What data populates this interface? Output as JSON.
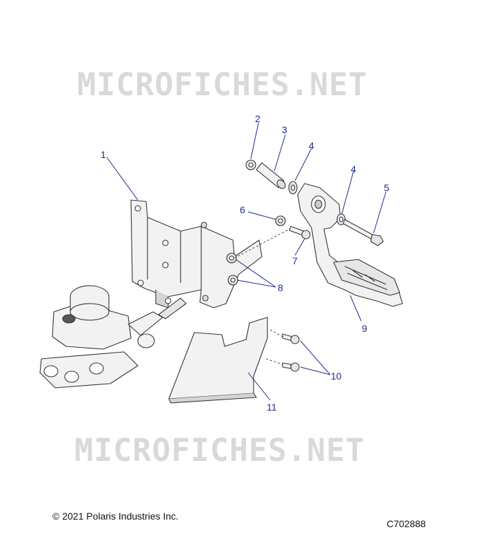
{
  "watermark": "MICROFICHES.NET",
  "copyright": "© 2021 Polaris Industries Inc.",
  "drawing_code": "C702888",
  "callouts": [
    "1",
    "2",
    "3",
    "4",
    "4",
    "5",
    "6",
    "7",
    "8",
    "9",
    "10",
    "11"
  ],
  "colors": {
    "callout": "#1b2a8f",
    "line": "#333333",
    "part_fill": "#f2f2f2",
    "shade": "#d4d4d4"
  }
}
